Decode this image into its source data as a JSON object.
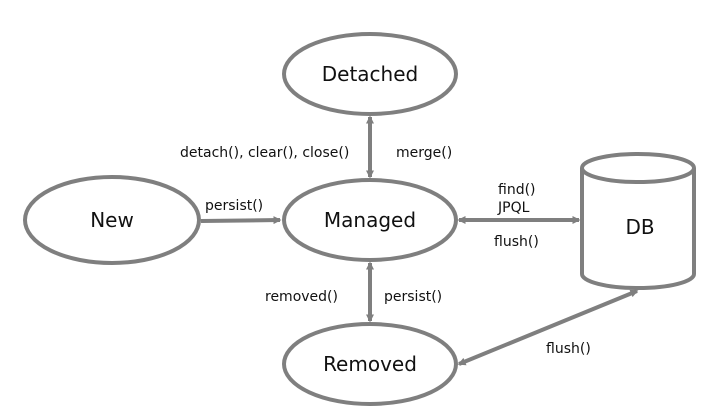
{
  "colors": {
    "node_stroke": "#7f7f7f",
    "node_fill": "#ffffff",
    "arrow": "#7f7f7f",
    "text": "#111111"
  },
  "nodes": {
    "detached": "Detached",
    "new": "New",
    "managed": "Managed",
    "removed": "Removed",
    "db": "DB"
  },
  "edges": {
    "detach": "detach(), clear(), close()",
    "merge": "merge()",
    "persist_new": "persist()",
    "find": "find()",
    "jpql": "JPQL",
    "flush_managed": "flush()",
    "removed_call": "removed()",
    "persist_removed": "persist()",
    "flush_removed": "flush()"
  }
}
